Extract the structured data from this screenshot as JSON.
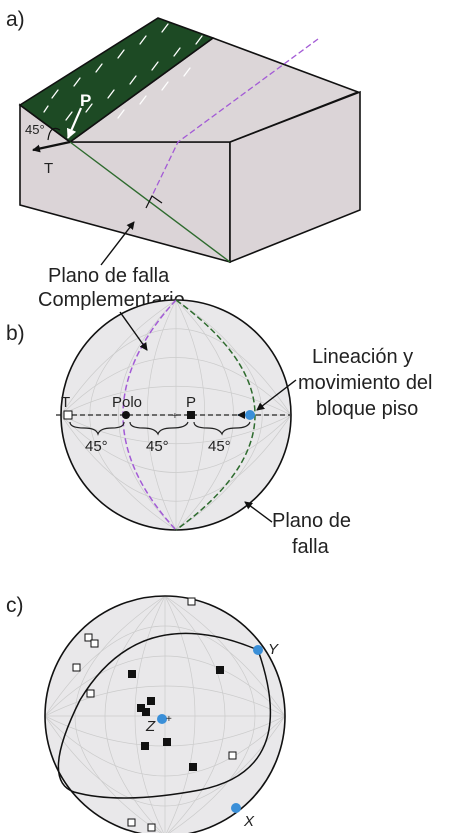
{
  "panels": {
    "a": {
      "label": "a)",
      "p_label": "P",
      "angle_label": "45°",
      "t_label": "T",
      "caption_line1": "Plano de falla",
      "caption_line2": "Complementario"
    },
    "b": {
      "label": "b)",
      "t_label": "T",
      "polo_label": "Polo",
      "p_label": "P",
      "angles": [
        "45°",
        "45°",
        "45°"
      ],
      "lineation_line1": "Lineación y",
      "lineation_line2": "movimiento del",
      "lineation_line3": "bloque piso",
      "fault_line1": "Plano de",
      "fault_line2": "falla"
    },
    "c": {
      "label": "c)",
      "x_label": "X",
      "y_label": "Y",
      "z_label": "Z"
    }
  },
  "colors": {
    "block_face": "#dbd4d7",
    "block_top": "#dcd6d8",
    "hatch": "#1d4a24",
    "fault_green": "#2e6b2e",
    "complementary_purple": "#a35bd6",
    "net_fill": "#e9e8ea",
    "net_grid": "#cbcbcb",
    "blue_marker": "#3a8fd8"
  }
}
